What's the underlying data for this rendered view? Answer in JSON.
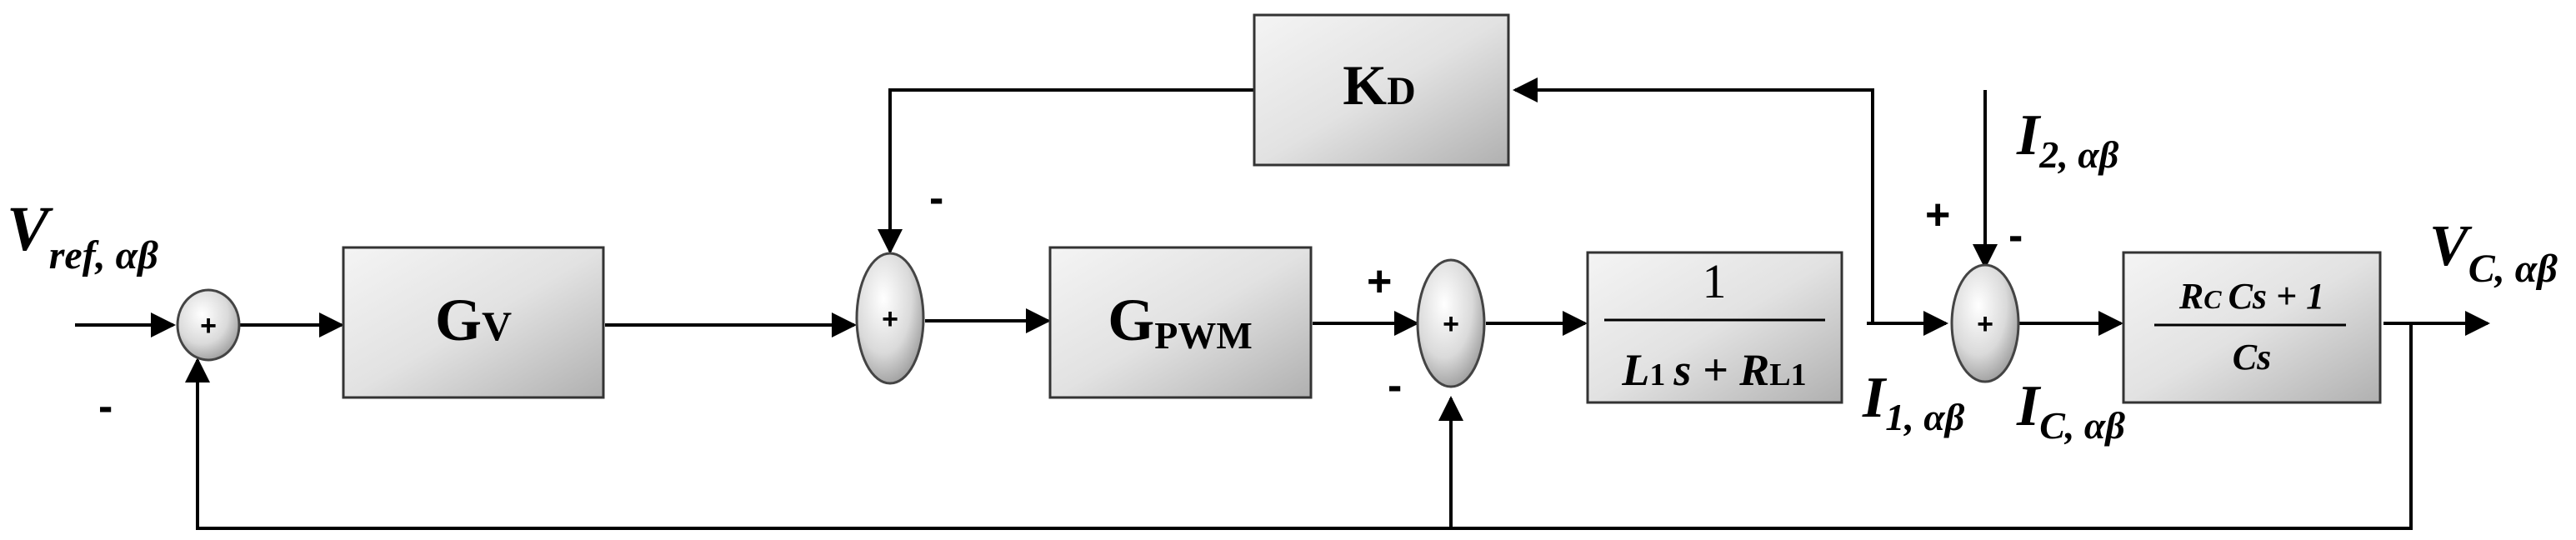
{
  "blocks": {
    "kd": {
      "main": "K",
      "sub": "D"
    },
    "gv": {
      "main": "G",
      "sub": "V"
    },
    "gpwm": {
      "main": "G",
      "sub": "PWM"
    },
    "plant": {
      "numerator": "1",
      "den_l": "L",
      "den_l_sub": "1",
      "den_s": "s + R",
      "den_r_sub": "L1"
    },
    "cap": {
      "num_r": "R",
      "num_r_sub": "C",
      "num_rest": "Cs + 1",
      "denominator": "Cs"
    }
  },
  "signals": {
    "vref": {
      "main": "V",
      "sub": "ref, αβ"
    },
    "vc": {
      "main": "V",
      "sub": "C, αβ"
    },
    "i1": {
      "main": "I",
      "sub": "1, αβ"
    },
    "i2": {
      "main": "I",
      "sub": "2, αβ"
    },
    "ic": {
      "main": "I",
      "sub": "C, αβ"
    }
  },
  "signs": {
    "s1_center": "+",
    "s1_bottom": "-",
    "s2_center": "+",
    "s2_top": "-",
    "s3_center": "+",
    "s3_left": "+",
    "s3_bottom": "-",
    "s4_center": "+",
    "s4_left": "+",
    "s4_top": "-"
  }
}
